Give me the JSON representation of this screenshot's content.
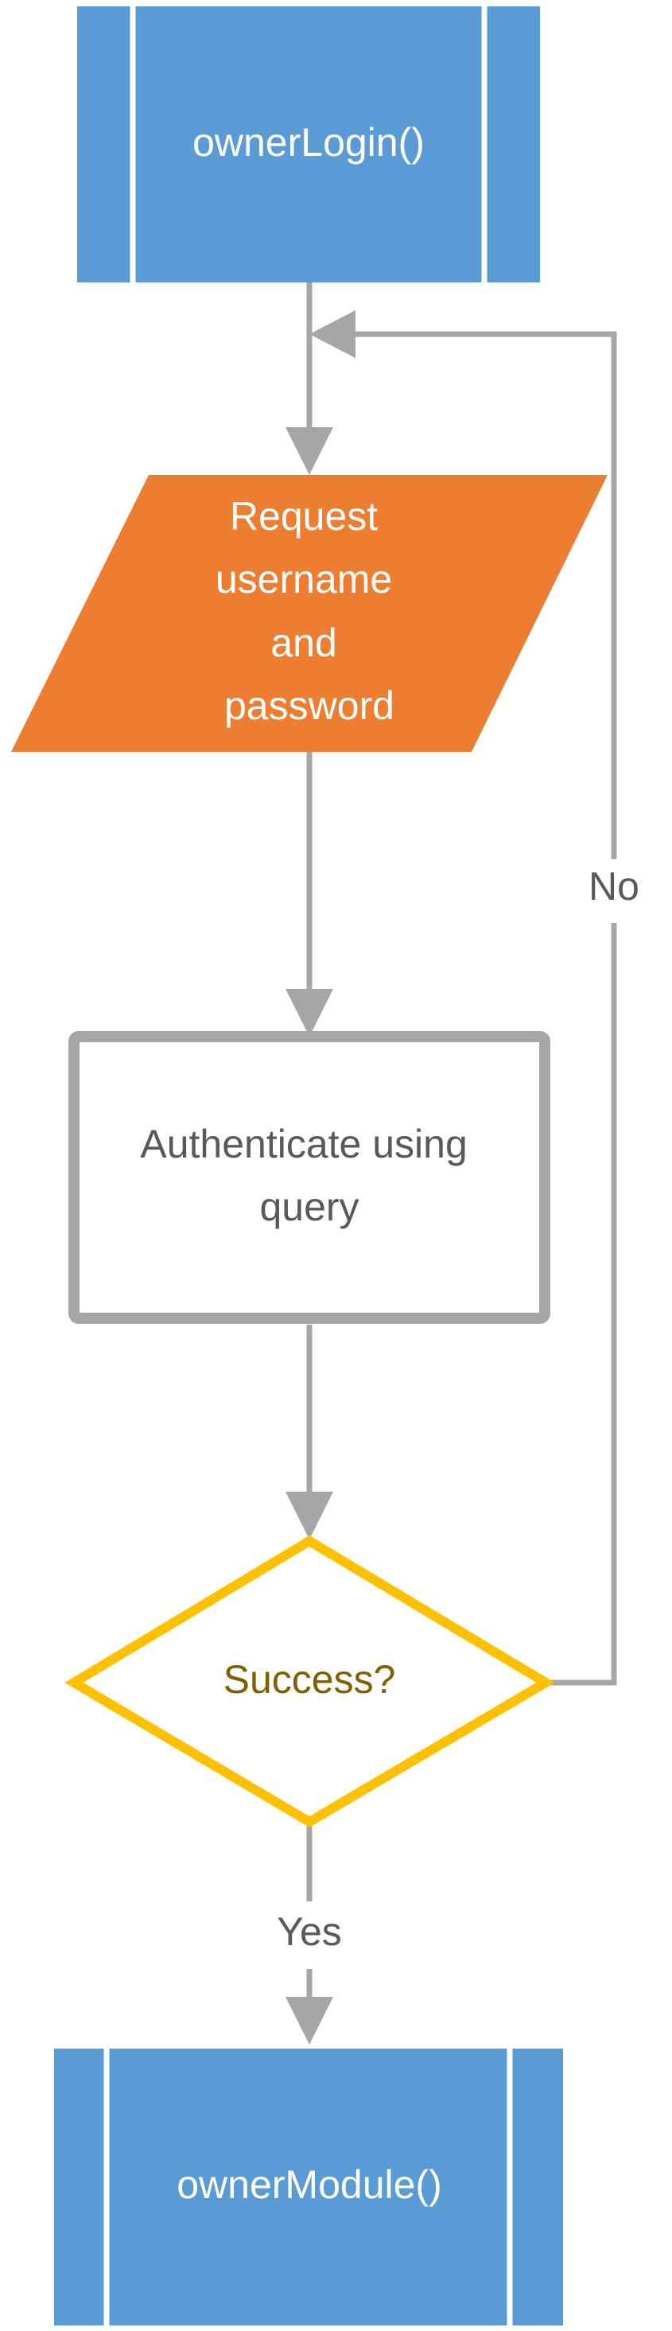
{
  "nodes": {
    "start": {
      "label": "ownerLogin()"
    },
    "input": {
      "lines": [
        "Request",
        "username",
        "and",
        "password"
      ]
    },
    "process": {
      "lines": [
        "Authenticate using",
        "query"
      ]
    },
    "decision": {
      "label": "Success?"
    },
    "end": {
      "label": "ownerModule()"
    }
  },
  "edges": {
    "no_label": "No",
    "yes_label": "Yes"
  },
  "colors": {
    "predefined_fill": "#5b9bd5",
    "predefined_text": "#ffffff",
    "io_fill": "#ed7d31",
    "io_text": "#ffffff",
    "process_stroke": "#a6a6a6",
    "process_text": "#595959",
    "decision_stroke": "#ffc000",
    "decision_text": "#806000",
    "connector": "#a6a6a6",
    "edge_label": "#595959",
    "background": "#ffffff"
  }
}
